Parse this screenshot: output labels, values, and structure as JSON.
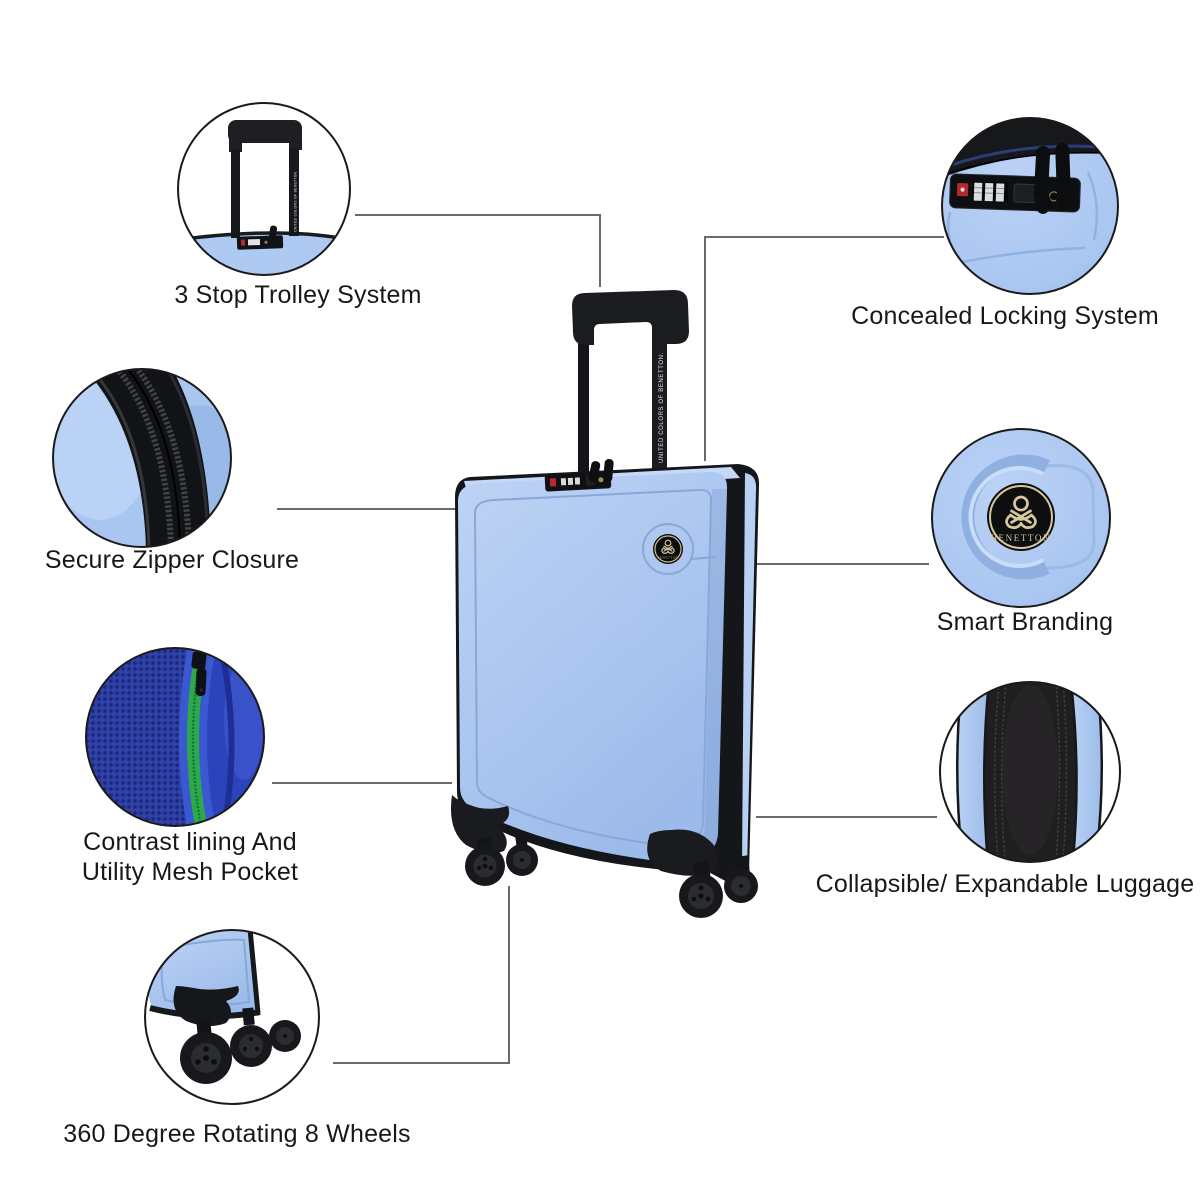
{
  "features": [
    {
      "id": "trolley",
      "label": "3 Stop Trolley System"
    },
    {
      "id": "locking",
      "label": "Concealed Locking System"
    },
    {
      "id": "zipper",
      "label": "Secure Zipper Closure"
    },
    {
      "id": "branding",
      "label": "Smart Branding"
    },
    {
      "id": "mesh",
      "label": "Contrast lining And",
      "label2": "Utility Mesh Pocket"
    },
    {
      "id": "expandable",
      "label": "Collapsible/ Expandable Luggage"
    },
    {
      "id": "wheels",
      "label": "360 Degree Rotating 8 Wheels"
    }
  ],
  "product": {
    "trolley_tube_text": "UNITED COLORS OF BENETTON.",
    "badge_text": "BENETTON"
  },
  "colors": {
    "shell_blue": "#abc6ef",
    "shell_blue_light": "#c3d6f6",
    "shell_blue_shadow": "#8fb0e0",
    "hardware_black": "#17181b",
    "badge_gold": "#d8c79c",
    "lining_blue": "#2c3fa8",
    "lining_zipper_green": "#2fa84d",
    "tsa_red": "#b5282d",
    "leader_line_gray": "#6a6a6a",
    "label_text": "#181818",
    "background": "#ffffff"
  }
}
